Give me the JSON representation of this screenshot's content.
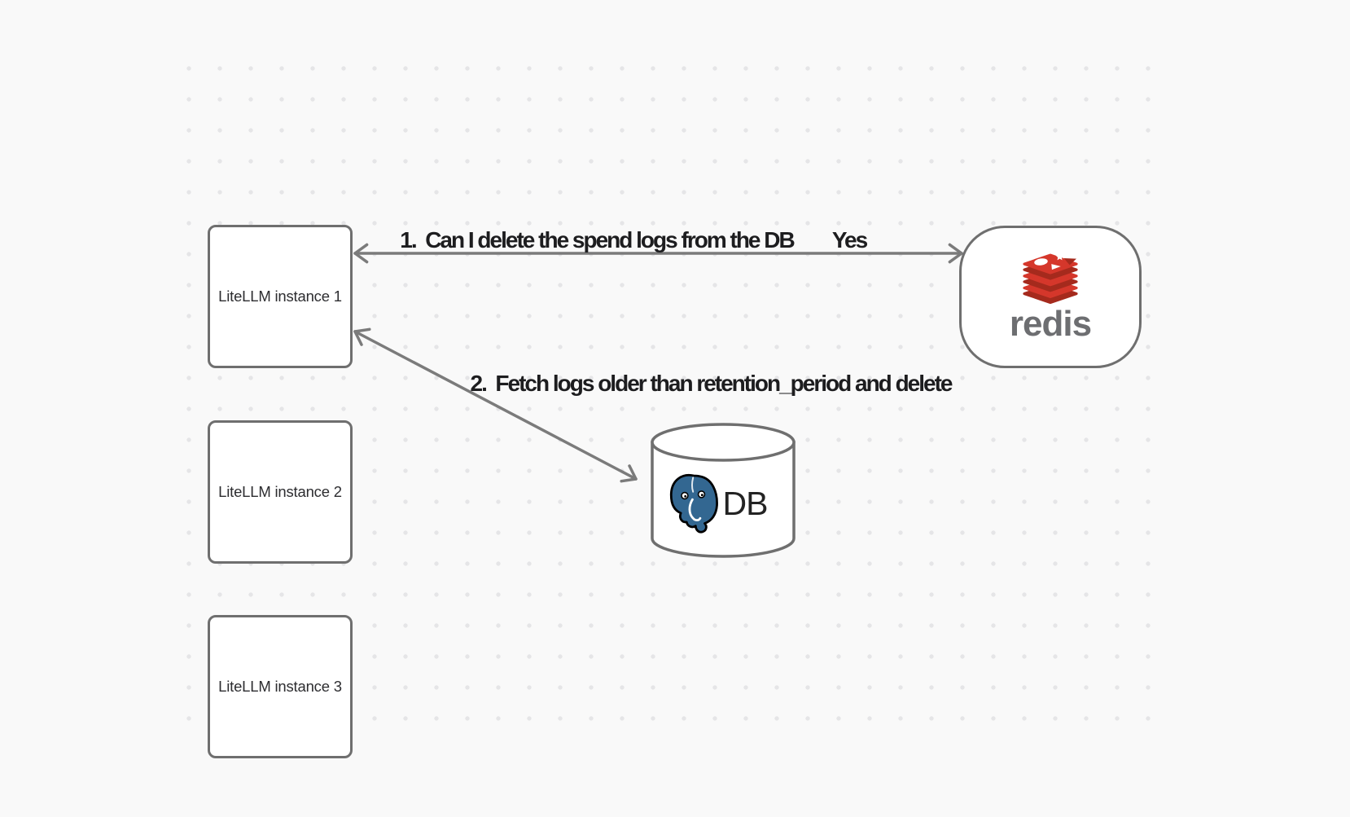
{
  "diagram": {
    "instances": [
      {
        "label": "LiteLLM instance 1"
      },
      {
        "label": "LiteLLM instance 2"
      },
      {
        "label": "LiteLLM instance 3"
      }
    ],
    "redis": {
      "wordmark": "redis"
    },
    "db": {
      "label": "DB"
    },
    "edges": {
      "edge1": {
        "label": "1.  Can I delete the spend logs from the DB",
        "response": "Yes"
      },
      "edge2": {
        "label": "2.  Fetch logs older than retention_period and delete"
      }
    },
    "icons": {
      "redis_logo": "redis-stack-icon",
      "postgres_logo": "postgresql-elephant-icon",
      "db_shape": "database-cylinder-icon"
    },
    "colors": {
      "background": "#f9f9f9",
      "grid_dot": "#e5e5e7",
      "node_border": "#6f6f6f",
      "arrow": "#7b7b7b",
      "label_text": "#1d1d1f",
      "node_text": "#2d2d30",
      "redis_red": "#d5372b",
      "redis_red_dark": "#a52a1d",
      "redis_wordmark": "#6d6e71",
      "postgres_blue": "#336791"
    }
  }
}
